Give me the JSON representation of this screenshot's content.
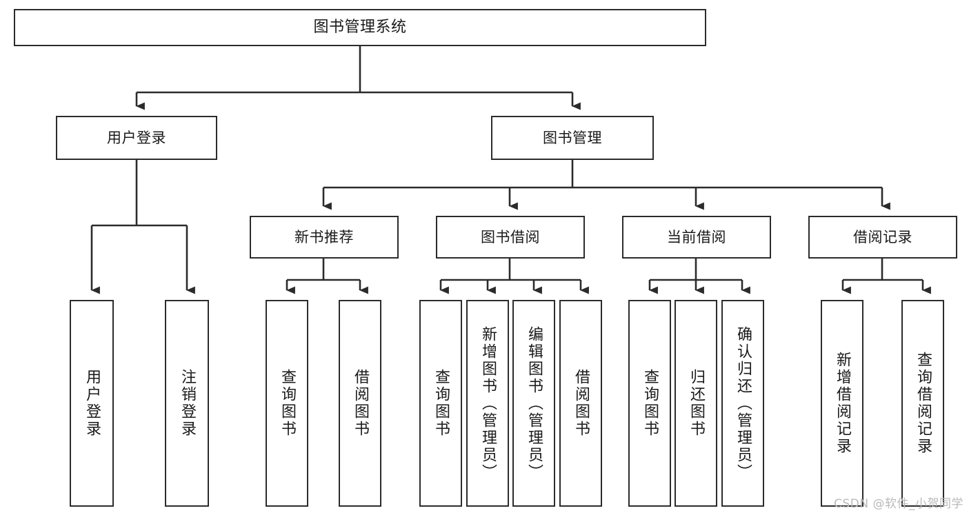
{
  "diagram": {
    "type": "tree",
    "title": "图书管理系统",
    "watermark": "CSDN @软件_小贺同学",
    "colors": {
      "stroke": "#2b2b2b",
      "fill": "#ffffff",
      "text": "#1a1a1a",
      "watermark": "#b9b9b9"
    },
    "nodes": {
      "root": {
        "label": "图书管理系统",
        "level": 1,
        "orientation": "horizontal"
      },
      "l2": [
        {
          "label": "用户登录",
          "orientation": "horizontal"
        },
        {
          "label": "图书管理",
          "orientation": "horizontal"
        }
      ],
      "l3": [
        {
          "label": "新书推荐",
          "orientation": "horizontal"
        },
        {
          "label": "图书借阅",
          "orientation": "horizontal"
        },
        {
          "label": "当前借阅",
          "orientation": "horizontal"
        },
        {
          "label": "借阅记录",
          "orientation": "horizontal"
        }
      ],
      "leaves_user_login": [
        {
          "label": "用户登录",
          "orientation": "vertical"
        },
        {
          "label": "注销登录",
          "orientation": "vertical"
        }
      ],
      "leaves_new_books": [
        {
          "label": "查询图书",
          "orientation": "vertical"
        },
        {
          "label": "借阅图书",
          "orientation": "vertical"
        }
      ],
      "leaves_borrow": [
        {
          "label": "查询图书",
          "orientation": "vertical"
        },
        {
          "label": "新增图书（管理员）",
          "orientation": "vertical"
        },
        {
          "label": "编辑图书（管理员）",
          "orientation": "vertical"
        },
        {
          "label": "借阅图书",
          "orientation": "vertical"
        }
      ],
      "leaves_current": [
        {
          "label": "查询图书",
          "orientation": "vertical"
        },
        {
          "label": "归还图书",
          "orientation": "vertical"
        },
        {
          "label": "确认归还（管理员）",
          "orientation": "vertical"
        }
      ],
      "leaves_records": [
        {
          "label": "新增借阅记录",
          "orientation": "vertical"
        },
        {
          "label": "查询借阅记录",
          "orientation": "vertical"
        }
      ]
    }
  }
}
